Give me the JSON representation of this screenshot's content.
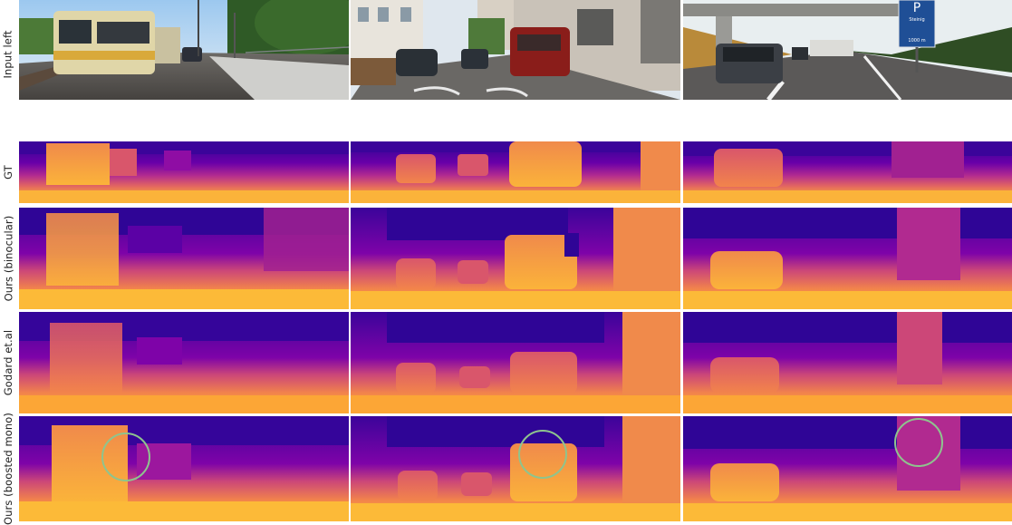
{
  "row_labels": {
    "input_left": "Input left",
    "gt": "GT",
    "ours_binocular": "Ours (binocular)",
    "godard": "Godard et.al",
    "ours_boosted_mono": "Ours (boosted mono)"
  },
  "sign": {
    "letter": "P",
    "line1": "Steinig",
    "line2": "1000 m"
  },
  "colors": {
    "depth_far": "#0d0887",
    "depth_mid": "#cc4778",
    "depth_near": "#f0f921",
    "highlight_circle": "#8ec48e"
  }
}
